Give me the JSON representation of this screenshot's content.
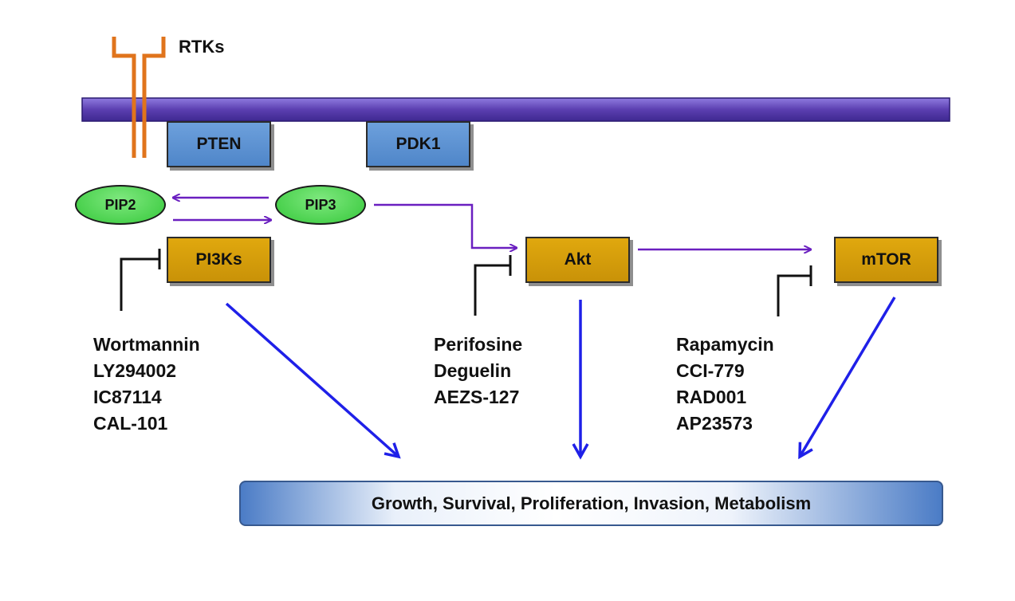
{
  "colors": {
    "membrane": "#5b3fb0",
    "receptor": "#e0741c",
    "activation_arrow": "#6a1fc0",
    "outcome_arrow": "#1f20e8",
    "inhibitor_line": "#111111",
    "blue_box": "#5b8fd6",
    "gold_box": "#d89e0a",
    "oval": "#44d048"
  },
  "receptor": {
    "label": "RTKs"
  },
  "nodes": {
    "pten": "PTEN",
    "pdk1": "PDK1",
    "pip2": "PIP2",
    "pip3": "PIP3",
    "pi3ks": "PI3Ks",
    "akt": "Akt",
    "mtor": "mTOR"
  },
  "inhibitors": {
    "pi3k": [
      "Wortmannin",
      "LY294002",
      "IC87114",
      "CAL-101"
    ],
    "akt": [
      "Perifosine",
      "Deguelin",
      "AEZS-127"
    ],
    "mtor": [
      "Rapamycin",
      "CCI-779",
      "RAD001",
      "AP23573"
    ]
  },
  "outcome": "Growth, Survival, Proliferation, Invasion, Metabolism"
}
